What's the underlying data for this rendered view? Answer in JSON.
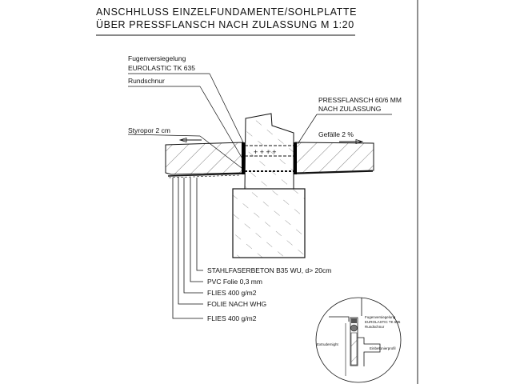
{
  "title": {
    "line1": "ANSCHHLUSS EINZELFUNDAMENTE/SOHLPLATTE",
    "line2": "ÜBER PRESSFLANSCH NACH ZULASSUNG M 1:20"
  },
  "labels": {
    "fugen1": "Fugenversiegelung",
    "fugen2": "EUROLASTIC TK 635",
    "rundschnur": "Rundschnur",
    "press1": "PRESSFLANSCH 60/6 MM",
    "press2": "NACH ZULASSUNG",
    "styropor": "Styropor 2 cm",
    "gefaelle": "Gefälle 2 %"
  },
  "layers": [
    "STAHLFASERBETON B35 WU, d> 20cm",
    "PVC Folie 0,3 mm",
    "FLIES 400 g/m2",
    "FOLIE NACH WHG",
    "FLIES 400 g/m2"
  ],
  "detail": {
    "fugen1": "Fugenversiegelung",
    "fugen2": "EUROLASTIC TK 635",
    "rundschnur": "Rundschnur",
    "extrudernight": "Extrudernight",
    "einbetonierprofil": "Einbetonierprofil"
  }
}
